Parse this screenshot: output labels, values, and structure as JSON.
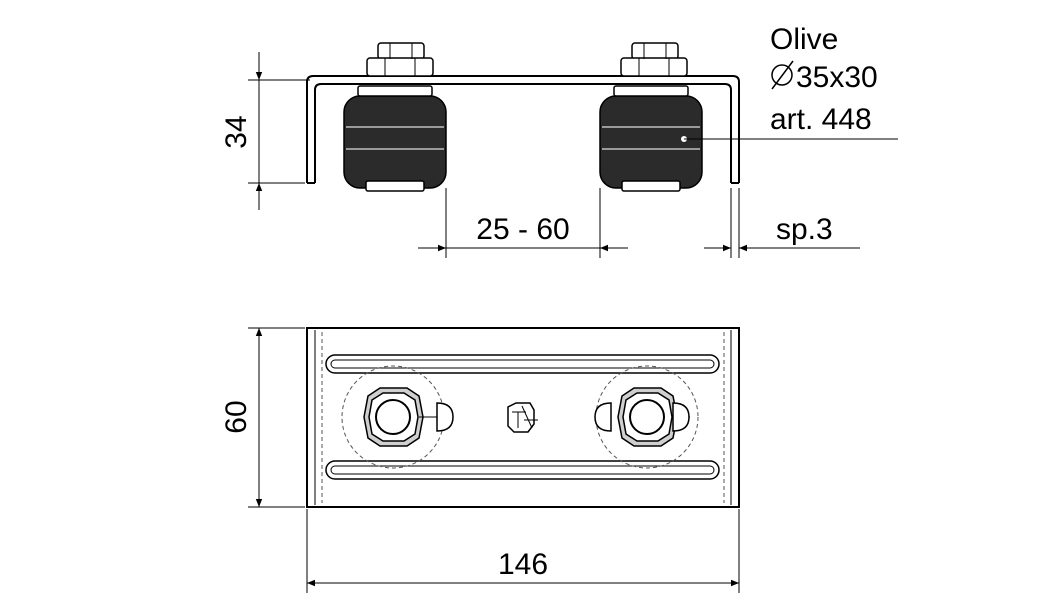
{
  "dimensions": {
    "height_side": "34",
    "gap_range": "25 - 60",
    "thickness": "sp.3",
    "width_plate": "60",
    "length_plate": "146"
  },
  "wheel_label": {
    "name": "Olive",
    "size": "35x30",
    "article": "art. 448"
  }
}
